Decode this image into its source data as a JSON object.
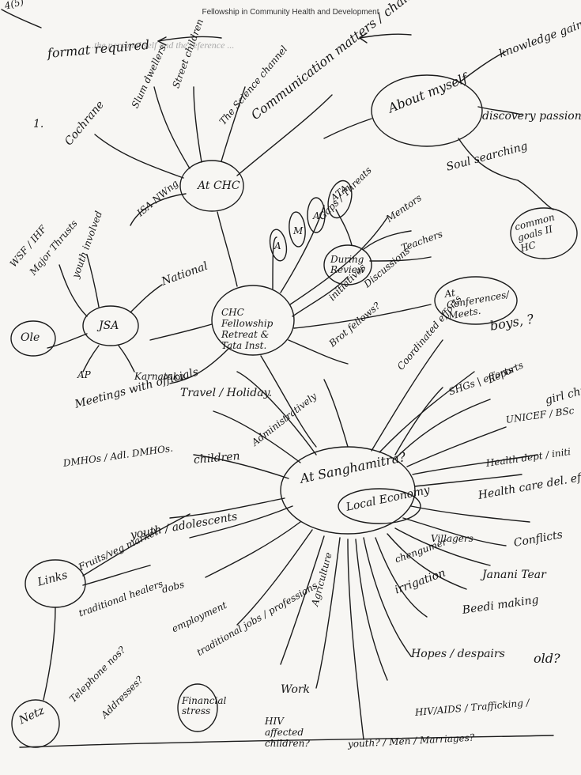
{
  "header": {
    "corner_mark": "4(5)",
    "running_title": "Fellowship in Community Health and Development"
  },
  "faint_print": {
    "subheading": "...the personal self and the reference ..."
  },
  "nodes": {
    "format": "format required",
    "number": "1.",
    "ac_chc": "At CHC",
    "about_myself": "About myself",
    "chc_fellowship": "CHC Fellowship Retreat & Tata Inst.",
    "during_review": "During Review",
    "jsa": "JSA",
    "at_conferences": "At Conferences/ Meets.",
    "at_sanghamitra": "At Sanghamitra?",
    "local_economy": "Local Economy",
    "ole": "Ole",
    "links": "Links",
    "netz": "Netz",
    "financial_stress": "Financial stress"
  },
  "branches": {
    "cochrane": "Cochrane",
    "slum_dwellers": "Slum dwellers",
    "street_children": "Street children",
    "science_channel": "The Science channel",
    "communication_matters": "Communication matters / challenges",
    "isa_nwng": "ISA NWng",
    "a": "A",
    "m": "M",
    "a2": "A",
    "ata": "ATA",
    "knowledge_gained": "knowledge gained",
    "discovery_passion": "discovery passion",
    "soul_searching": "Soul searching",
    "common_goals": "common goals II HC",
    "gaps_threats": "Gaps / Threats",
    "mentors": "Mentors",
    "teachers": "Teachers",
    "initiatives": "initiatives",
    "discussions": "Discussions",
    "wsf": "WSF / IHF",
    "major_thrusts": "Major Thrusts",
    "youth_involved": "youth involved",
    "national": "National",
    "ap": "AP",
    "karnataka": "Karnataka",
    "travel_holiday": "Travel / Holiday.",
    "administratively": "Administratively",
    "boys": "boys, ?",
    "brot_fellows": "Brot fellows?",
    "coordinated_efforts": "Coordinated efforts",
    "shgs_efforts": "SHGs | efforts",
    "reports": "Reports",
    "girl_child": "girl child",
    "unicef": "UNICEF / BSc",
    "initiative": "initi",
    "health_dept": "Health dept / initi",
    "health_care": "Health care del. efforts.",
    "conflicts": "Conflicts",
    "villagers": "Villagers",
    "janani": "Janani Tear",
    "irrigation": "irrigation",
    "beedi": "Beedi making",
    "hopes": "Hopes / despairs",
    "old": "old?",
    "hiv_aids": "HIV/AIDS / Trafficking /",
    "youth_men": "youth? / Men / Marriages?",
    "hiv_children": "HIV affected children?",
    "work": "Work",
    "agriculture": "Agriculture",
    "meetings": "Meetings with officials",
    "dmhos": "DMHOs / Adl. DMHOs.",
    "children": "children",
    "youth_adolescents": "youth / adolescents",
    "fruits_veg": "Fruits/veg market",
    "traditional_healers": "traditional healers",
    "dobs": "dobs",
    "employment": "employment",
    "traditional_jobs": "traditional jobs / professions",
    "telephone_nos": "Telephone nos?",
    "addresses": "Addresses?",
    "chengumer": "chengumer"
  }
}
